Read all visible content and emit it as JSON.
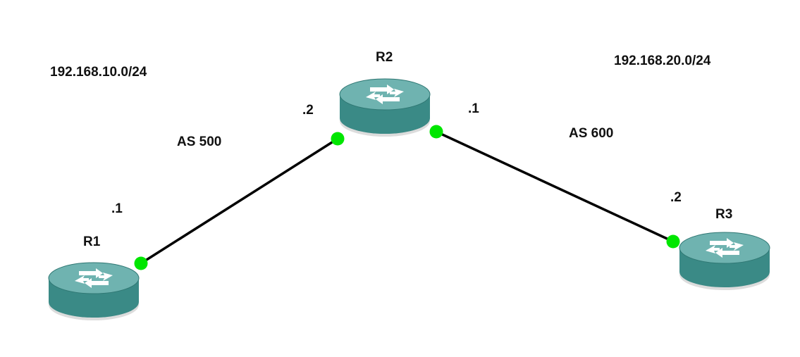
{
  "colors": {
    "link": "#000000",
    "port": "#00e600",
    "router_side": "#3a8a86",
    "router_top": "#6fb3b0"
  },
  "networks": {
    "left": "192.168.10.0/24",
    "right": "192.168.20.0/24"
  },
  "autonomous_systems": {
    "left": "AS 500",
    "right": "AS 600"
  },
  "routers": {
    "r1": {
      "name": "R1",
      "icon": "router-icon"
    },
    "r2": {
      "name": "R2",
      "icon": "router-icon"
    },
    "r3": {
      "name": "R3",
      "icon": "router-icon"
    }
  },
  "interfaces": {
    "r1_to_r2": ".1",
    "r2_to_r1": ".2",
    "r2_to_r3": ".1",
    "r3_to_r2": ".2"
  }
}
